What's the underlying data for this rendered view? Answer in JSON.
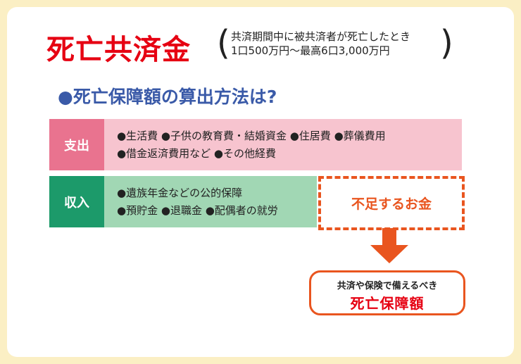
{
  "title": "死亡共済金",
  "note": {
    "line1": "共済期間中に被共済者が死亡したとき",
    "line2": "1口500万円〜最高6口3,000万円"
  },
  "section_heading": "●死亡保障額の算出方法は?",
  "expenses": {
    "label": "支出",
    "line1": "●生活費 ●子供の教育費・結婚資金 ●住居費 ●葬儀費用",
    "line2": "●借金返済費用など ●その他経費"
  },
  "income": {
    "label": "収入",
    "line1": "●遺族年金などの公的保障",
    "line2": "●預貯金 ●退職金 ●配偶者の就労"
  },
  "shortage_label": "不足するお金",
  "result": {
    "small": "共済や保険で備えるべき",
    "big": "死亡保障額"
  },
  "colors": {
    "title_red": "#e60012",
    "heading_blue": "#3a5aa8",
    "expense_pink": "#e9738f",
    "income_green": "#1c9a6a",
    "accent_orange": "#e9551f",
    "background_cream": "#fbefc4"
  }
}
